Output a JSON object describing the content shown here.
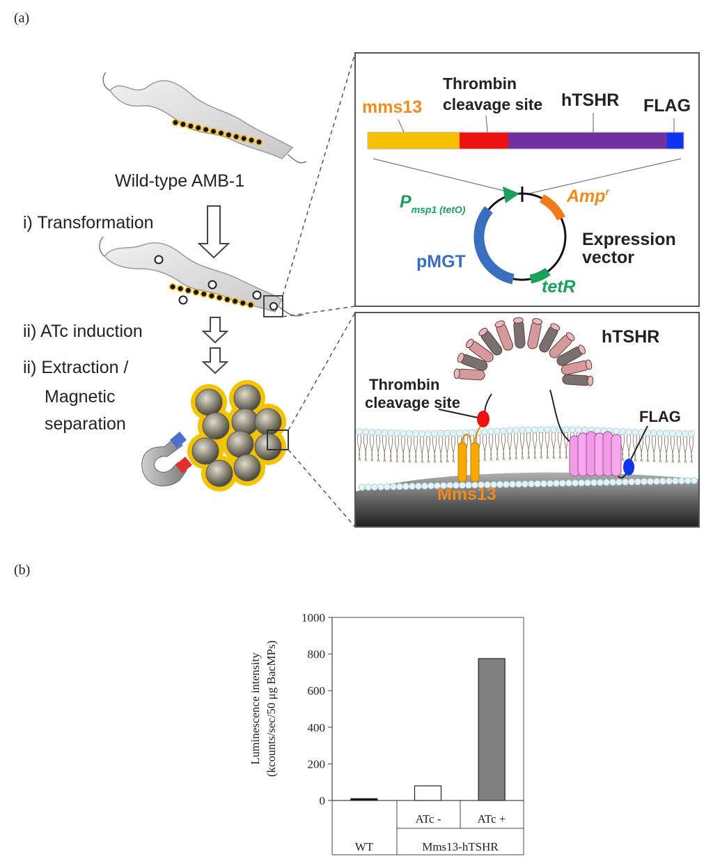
{
  "panel_a": {
    "label": "(a)",
    "left": {
      "wild_type": "Wild-type AMB-1",
      "step1": "i) Transformation",
      "step2": "ii) ATc induction",
      "step3_line1": "ii) Extraction /",
      "step3_line2": "Magnetic",
      "step3_line3": "separation"
    },
    "vector_box": {
      "mms13": "mms13",
      "thrombin_line1": "Thrombin",
      "thrombin_line2": "cleavage site",
      "htshr": "hTSHR",
      "flag": "FLAG",
      "promoter_main": "P",
      "promoter_sub": "msp1 (tetO)",
      "amp_main": "Amp",
      "amp_sup": "r",
      "expression_line1": "Expression",
      "expression_line2": "vector",
      "pmgt": "pMGT",
      "tetr": "tetR"
    },
    "membrane_box": {
      "htshr": "hTSHR",
      "thrombin_line1": "Thrombin",
      "thrombin_line2": "cleavage site",
      "flag": "FLAG",
      "mms13": "Mms13"
    },
    "colors": {
      "mms13": "#f9c002",
      "thrombin": "#ee1111",
      "htshr": "#7030a0",
      "flag": "#1033ee",
      "orange_text": "#f28a1e",
      "green_text": "#1aa05a",
      "blue_text": "#2f6fc0"
    }
  },
  "panel_b": {
    "label": "(b)"
  },
  "chart_data": {
    "type": "bar",
    "categories": [
      "WT",
      "ATc -",
      "ATc +"
    ],
    "group_labels": [
      "WT",
      "Mms13-hTSHR"
    ],
    "values": [
      10,
      80,
      775
    ],
    "bar_fills": [
      "#000000",
      "#ffffff",
      "#808080"
    ],
    "ylabel_line1": "Luminescence intensity",
    "ylabel_line2": "(kcounts/sec/50 μg BacMPs)",
    "ylim": [
      0,
      1000
    ],
    "yticks": [
      0,
      200,
      400,
      600,
      800,
      1000
    ],
    "grid": false
  }
}
